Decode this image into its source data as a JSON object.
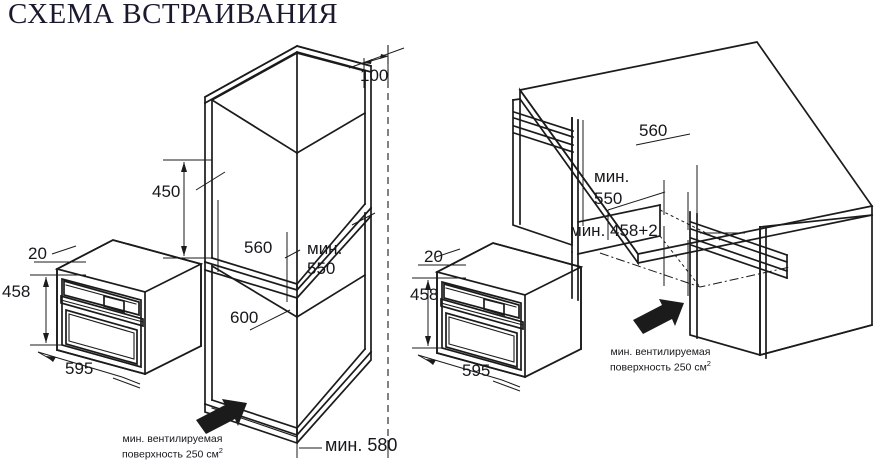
{
  "title": "СХЕМА ВСТРАИВАНИЯ",
  "diagram": {
    "type": "technical-installation-drawing",
    "line_color": "#1b1b1b",
    "background_color": "#ffffff",
    "text_color": "#17171c"
  },
  "left_view": {
    "appliance": {
      "label_top_gap": "20",
      "label_height": "458",
      "label_width": "595"
    },
    "cabinet": {
      "label_top_clearance": "100",
      "label_upper_opening_height": "450",
      "label_width": "560",
      "label_min_depth_prefix": "мин.",
      "label_min_depth_value": "550",
      "label_lower_opening_height": "600",
      "label_min_overall_width": "мин. 580"
    },
    "vent_note_line1": "мин. вентилируемая",
    "vent_note_line2": "поверхность 250 см",
    "vent_note_sup": "2"
  },
  "right_view": {
    "appliance": {
      "label_top_gap": "20",
      "label_height": "458",
      "label_width": "595"
    },
    "counter": {
      "label_width": "560",
      "label_min_depth_prefix": "мин.",
      "label_min_depth_value": "550",
      "label_min_height": "мин. 458+2"
    },
    "vent_note_line1": "мин. вентилируемая",
    "vent_note_line2": "поверхность 250 см",
    "vent_note_sup": "2"
  }
}
